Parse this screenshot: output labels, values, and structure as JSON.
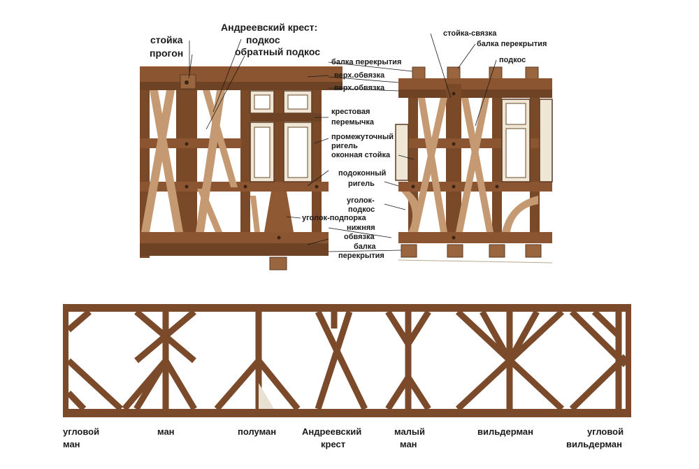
{
  "top_labels": {
    "andreev_cross": "Андреевский крест:",
    "strut": "подкос",
    "reverse_strut": "обратный подкос",
    "post": "стойка",
    "purlin": "прогон",
    "floor_beam_top": "балка перекрытия",
    "top_plate_1": "верх.обвязка",
    "top_plate_2": "верх.обвязка",
    "cross_lintel_1": "крестовая",
    "cross_lintel_2": "перемычка",
    "mid_rail_1": "промежуточный",
    "mid_rail_2": "ригель",
    "window_post": "оконная стойка",
    "sill_rail_1": "подоконный",
    "sill_rail_2": "ригель",
    "knee_brace_1": "уголок-",
    "knee_brace_2": "подкос",
    "knee_support": "уголок-подпорка",
    "bottom_plate_1": "нижняя",
    "bottom_plate_2": "обвязка",
    "floor_beam_bottom_1": "балка",
    "floor_beam_bottom_2": "перекрытия",
    "tie_post": "стойка-связка",
    "floor_beam_right": "балка перекрытия",
    "strut_right": "подкос"
  },
  "bottom_labels": {
    "corner_man_1": "угловой",
    "corner_man_2": "ман",
    "man": "ман",
    "half_man": "полуман",
    "andreev_1": "Андреевский",
    "andreev_2": "крест",
    "small_man_1": "малый",
    "small_man_2": "ман",
    "wilderman": "вильдерман",
    "corner_wilderman_1": "угловой",
    "corner_wilderman_2": "вильдерман"
  }
}
